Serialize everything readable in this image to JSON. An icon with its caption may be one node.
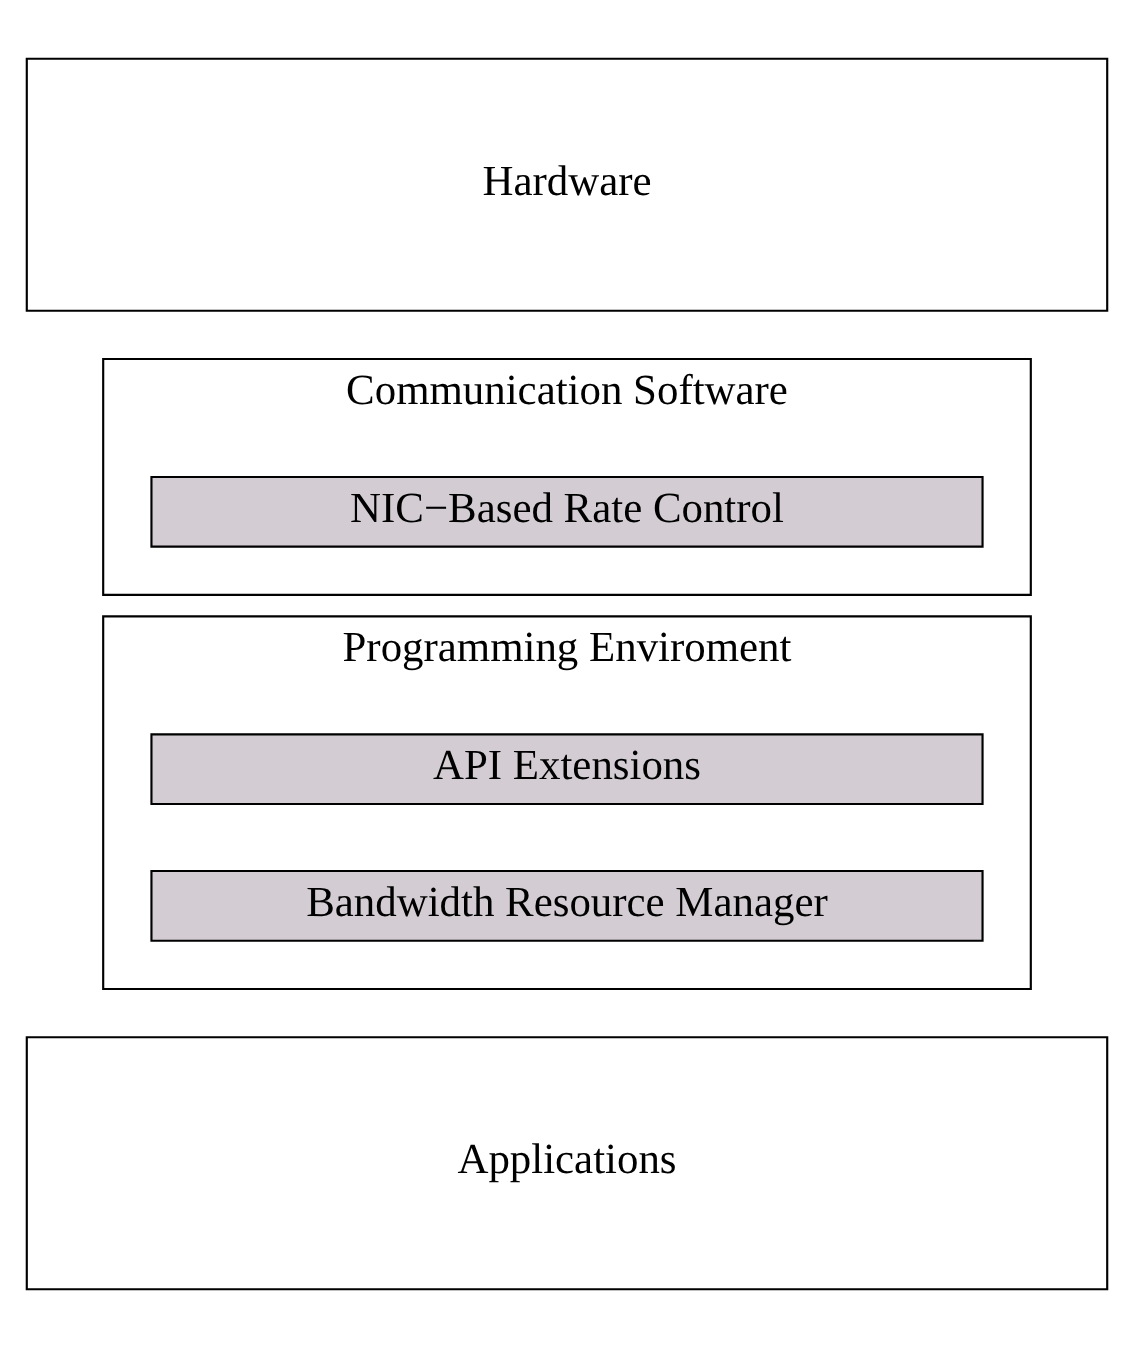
{
  "diagram": {
    "nodes": [
      {
        "text": [
          "Applications"
        ]
      },
      {
        "text": [
          "Programming Enviroment"
        ]
      },
      {
        "text": [
          "API Extensions"
        ],
        "in": 1
      },
      {
        "text": [
          "Bandwidth Resource Manager"
        ],
        "in": 1
      },
      {
        "text": [
          "Communication Software"
        ]
      },
      {
        "text": [
          "NIC−Based Rate Control"
        ],
        "in": 4
      },
      {
        "text": [
          "Hardware"
        ]
      }
    ]
  }
}
